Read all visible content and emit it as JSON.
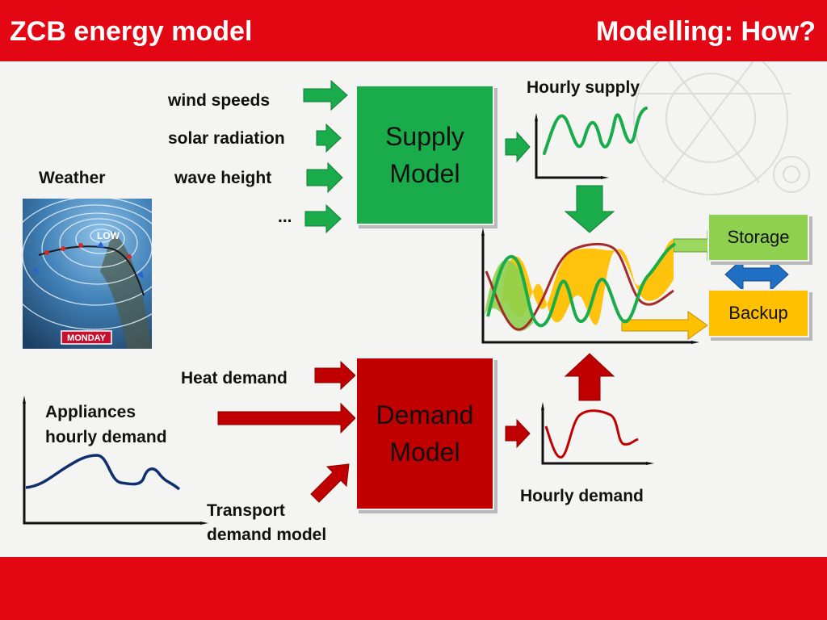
{
  "header": {
    "left_title": "ZCB energy model",
    "right_title": "Modelling: How?"
  },
  "inputs": {
    "wind": "wind speeds",
    "solar": "solar radiation",
    "wave": "wave height",
    "more": "...",
    "weather": "Weather",
    "heat": "Heat demand",
    "appliances_line1": "Appliances",
    "appliances_line2": "hourly demand",
    "transport_line1": "Transport",
    "transport_line2": "demand model"
  },
  "weather_map": {
    "pressure_label": "LOW",
    "day_label": "MONDAY"
  },
  "models": {
    "supply_line1": "Supply",
    "supply_line2": "Model",
    "demand_line1": "Demand",
    "demand_line2": "Model"
  },
  "outputs": {
    "hourly_supply": "Hourly supply",
    "hourly_demand": "Hourly demand",
    "storage": "Storage",
    "backup": "Backup"
  },
  "colors": {
    "header": "#e30613",
    "supply_box": "#1aab4b",
    "demand_box": "#c00000",
    "storage_box": "#8fd04f",
    "backup_box": "#ffc000",
    "green_arrow": "#1aab4b",
    "red_arrow": "#c00000",
    "blue_arrow": "#1f6fc5"
  }
}
